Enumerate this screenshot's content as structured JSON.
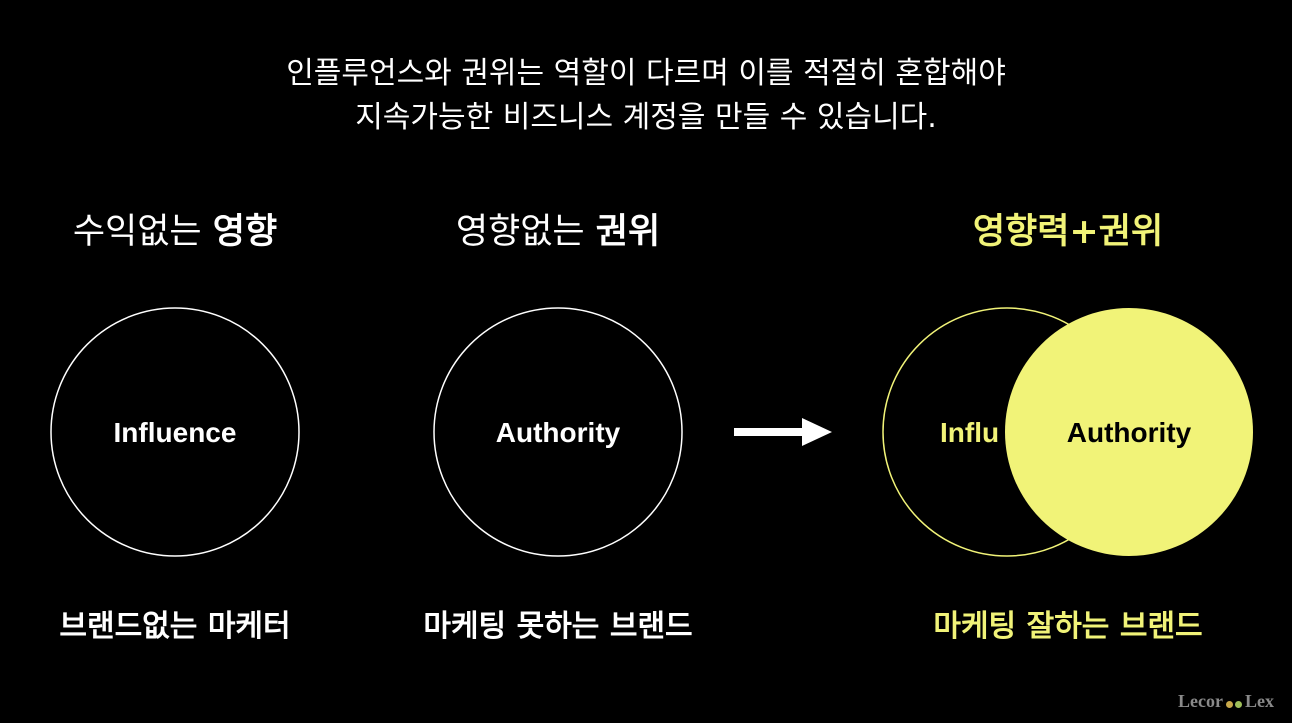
{
  "headline": {
    "line1": "인플루언스와 권위는 역할이 다르며 이를 적절히 혼합해야",
    "line2": "지속가능한 비즈니스 계정을 만들 수 있습니다."
  },
  "columns": [
    {
      "title_plain": "수익없는 ",
      "title_bold": "영향",
      "circle_label": "Influence",
      "caption": "브랜드없는 마케터"
    },
    {
      "title_plain": "영향없는 ",
      "title_bold": "권위",
      "circle_label": "Authority",
      "caption": "마케팅 못하는 브랜드"
    },
    {
      "title_bold": "영향력+권위",
      "circle_label_outline": "Influ",
      "circle_label_filled": "Authority",
      "caption": "마케팅 잘하는 브랜드"
    }
  ],
  "watermark": {
    "left": "Lecor",
    "right": "Lex"
  },
  "colors": {
    "background": "#000000",
    "text": "#ffffff",
    "accent": "#f1f378",
    "watermark": "#8a8a8a",
    "watermark_dot_1": "#c8a84a",
    "watermark_dot_2": "#9fbf5a"
  },
  "icons": {
    "arrow": "right-arrow-icon"
  }
}
